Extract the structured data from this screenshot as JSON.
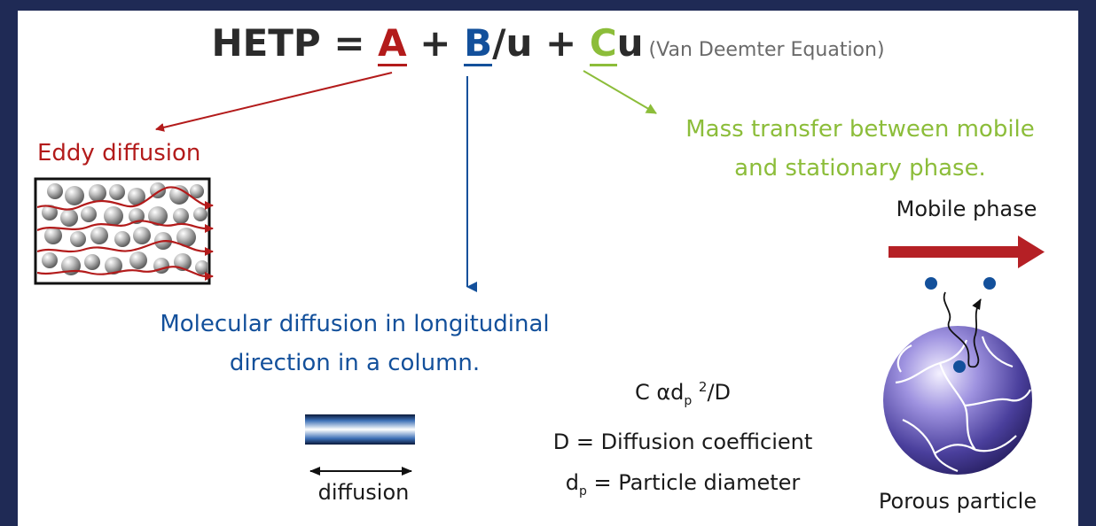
{
  "equation": {
    "prefix": "HETP = ",
    "term_a": "A",
    "plus1": " + ",
    "term_b": "B",
    "slash_u": "/u + ",
    "term_c": "C",
    "suffix_u": "u",
    "name": "(Van Deemter Equation)"
  },
  "labels": {
    "eddy": "Eddy diffusion",
    "mass_transfer_line1": "Mass transfer between mobile",
    "mass_transfer_line2": "and stationary phase.",
    "mobile_phase": "Mobile phase",
    "molecular_line1": "Molecular diffusion in longitudinal",
    "molecular_line2": "direction in a column.",
    "diffusion": "diffusion",
    "porous_particle": "Porous particle"
  },
  "formula": {
    "c_prefix": "C αd",
    "c_sub": "p",
    "c_sup": "2",
    "c_suffix": "/D",
    "d_line": "D = Diffusion coefficient",
    "dp_main": "d",
    "dp_sub": "p",
    "dp_rest": " = Particle diameter"
  },
  "colors": {
    "background": "#1f2a55",
    "eddy_red": "#b31b1b",
    "molecular_blue": "#13509b",
    "mass_green": "#8cbd3a",
    "arrow_red": "#b52025",
    "particle_purple": "#5a4fb0"
  }
}
